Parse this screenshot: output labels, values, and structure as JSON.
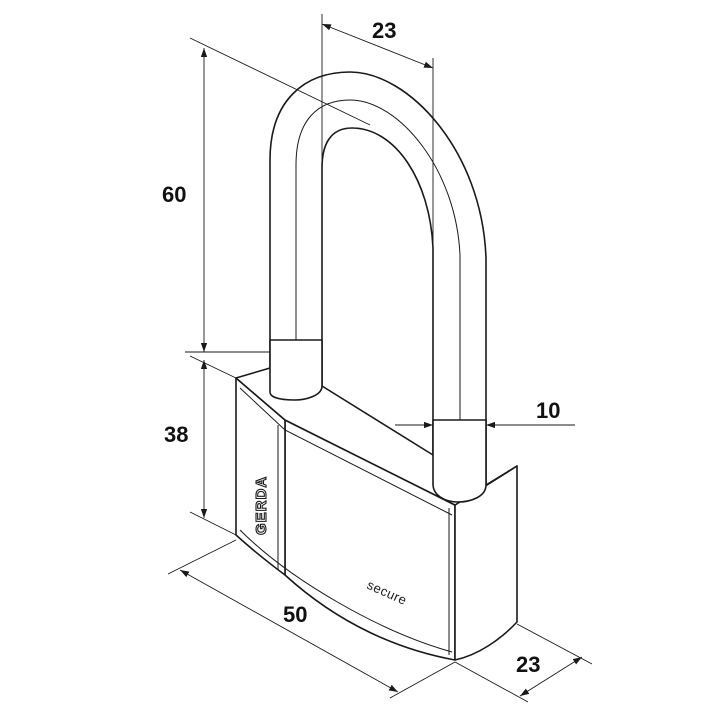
{
  "dimensions": {
    "shackle_inner_width": "23",
    "shackle_height": "60",
    "body_height": "38",
    "shackle_thickness": "10",
    "body_width": "50",
    "body_depth": "23"
  },
  "branding": {
    "brand_name": "GERDA",
    "model_name": "secure"
  },
  "colors": {
    "line": "#1a1a1a",
    "background": "#ffffff"
  }
}
